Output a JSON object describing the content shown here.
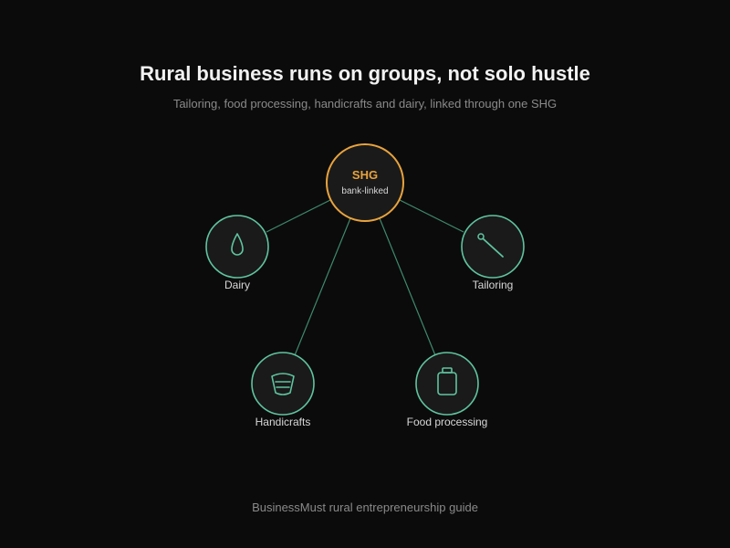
{
  "title": "Rural business runs on groups, not solo hustle",
  "subtitle": "Tailoring, food processing, handicrafts and dairy, linked through one SHG",
  "footer": "BusinessMust rural entrepreneurship guide",
  "colors": {
    "background": "#0b0b0b",
    "hub_stroke": "#e8a33d",
    "node_stroke": "#5fc4a0",
    "edge": "#3f8a6e",
    "node_fill": "#1a1a1a"
  },
  "hub": {
    "title": "SHG",
    "subtitle": "bank-linked"
  },
  "nodes": [
    {
      "id": "dairy",
      "label": "Dairy",
      "icon": "drop-icon"
    },
    {
      "id": "tailoring",
      "label": "Tailoring",
      "icon": "needle-icon"
    },
    {
      "id": "handicrafts",
      "label": "Handicrafts",
      "icon": "basket-icon"
    },
    {
      "id": "food-processing",
      "label": "Food processing",
      "icon": "jar-icon"
    }
  ]
}
